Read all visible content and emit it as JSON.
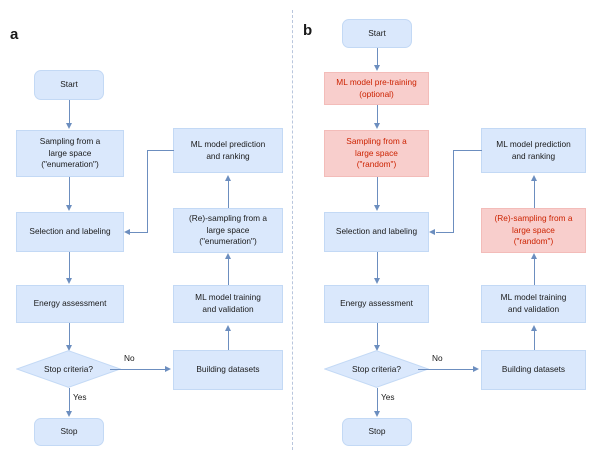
{
  "figure": {
    "type": "flowchart",
    "panels": [
      {
        "id": "a",
        "label": "a",
        "nodes": {
          "start": "Start",
          "sampling": "Sampling from a\nlarge space\n(\"enumeration\")",
          "selection": "Selection and labeling",
          "energy": "Energy assessment",
          "stop_criteria": "Stop criteria?",
          "stop": "Stop",
          "building": "Building datasets",
          "training": "ML model training\nand validation",
          "resampling": "(Re)-sampling from a\nlarge space\n(\"enumeration\")",
          "prediction": "ML model prediction\nand ranking"
        },
        "edge_labels": {
          "no": "No",
          "yes": "Yes"
        }
      },
      {
        "id": "b",
        "label": "b",
        "nodes": {
          "start": "Start",
          "pretraining": "ML model pre-training\n(optional)",
          "sampling": "Sampling from a\nlarge space\n(\"random\")",
          "selection": "Selection and labeling",
          "energy": "Energy assessment",
          "stop_criteria": "Stop criteria?",
          "stop": "Stop",
          "building": "Building datasets",
          "training": "ML model training\nand validation",
          "resampling": "(Re)-sampling from a\nlarge space\n(\"random\")",
          "prediction": "ML model prediction\nand ranking"
        },
        "edge_labels": {
          "no": "No",
          "yes": "Yes"
        }
      }
    ],
    "colors": {
      "node_blue_fill": "#dae8fc",
      "node_blue_stroke": "#c3d9f5",
      "node_pink_fill": "#f8cecc",
      "node_pink_stroke": "#f3bcb9",
      "text_dark": "#1a1a1a",
      "text_red": "#cc2200",
      "edge": "#6c8ebf",
      "divider": "#b9c6dd",
      "background": "#ffffff"
    }
  }
}
